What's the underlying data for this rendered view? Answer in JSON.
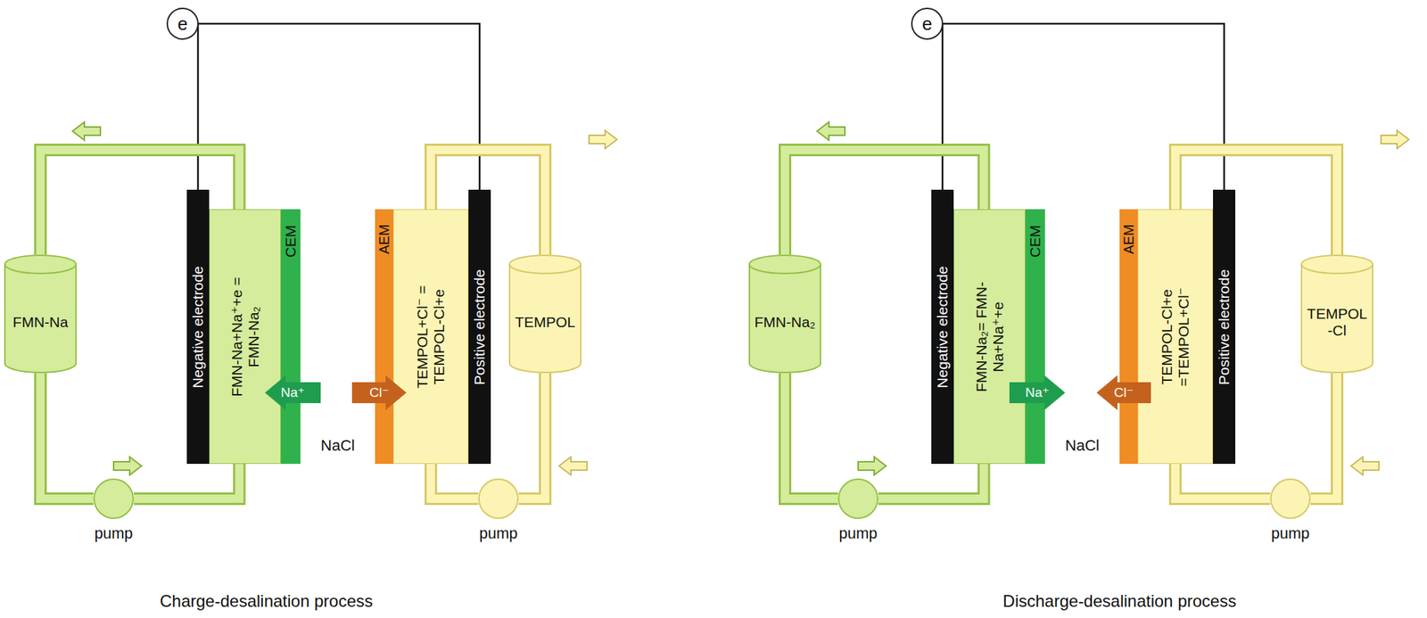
{
  "diagram": {
    "nodes": [
      {
        "text": [
          "e"
        ]
      },
      {
        "text": [
          "FMN-Na"
        ]
      },
      {
        "text": [
          "Negative electrode"
        ]
      },
      {
        "text": [
          "FMN-Na+Na⁺+e = FMN-Na₂"
        ]
      },
      {
        "text": [
          "CEM"
        ]
      },
      {
        "text": [
          "Na⁺"
        ]
      },
      {
        "text": [
          "NaCl"
        ]
      },
      {
        "text": [
          "AEM"
        ]
      },
      {
        "text": [
          "Cl⁻"
        ]
      },
      {
        "text": [
          "TEMPOL+Cl⁻ = TEMPOL-Cl+e"
        ]
      },
      {
        "text": [
          "Positive electrode"
        ]
      },
      {
        "text": [
          "TEMPOL"
        ]
      },
      {
        "text": [
          "pump"
        ]
      },
      {
        "text": [
          "pump"
        ]
      },
      {
        "text": [
          "e"
        ]
      },
      {
        "text": [
          "FMN-Na₂"
        ]
      },
      {
        "text": [
          "Negative electrode"
        ]
      },
      {
        "text": [
          "FMN-Na₂= FMN-Na+Na⁺+e"
        ]
      },
      {
        "text": [
          "CEM"
        ]
      },
      {
        "text": [
          "Na⁺"
        ]
      },
      {
        "text": [
          "NaCl"
        ]
      },
      {
        "text": [
          "AEM"
        ]
      },
      {
        "text": [
          "Cl⁻"
        ]
      },
      {
        "text": [
          "TEMPOL-Cl+e =TEMPOL+Cl⁻"
        ]
      },
      {
        "text": [
          "Positive electrode"
        ]
      },
      {
        "text": [
          "TEMPOL -Cl"
        ]
      },
      {
        "text": [
          "pump"
        ]
      },
      {
        "text": [
          "pump"
        ]
      }
    ],
    "edges": [
      {
        "from": 0,
        "to": 2,
        "arrow": "none"
      },
      {
        "from": 0,
        "to": 10,
        "arrow": "none"
      },
      {
        "from": 3,
        "to": 1,
        "arrow": "none"
      },
      {
        "from": 1,
        "to": 12,
        "arrow": "none"
      },
      {
        "from": 12,
        "to": 3,
        "arrow": "none"
      },
      {
        "from": 9,
        "to": 11,
        "arrow": "none"
      },
      {
        "from": 11,
        "to": 13,
        "arrow": "none"
      },
      {
        "from": 13,
        "to": 9,
        "arrow": "none"
      },
      {
        "from": 14,
        "to": 16,
        "arrow": "none"
      },
      {
        "from": 14,
        "to": 24,
        "arrow": "none"
      },
      {
        "from": 17,
        "to": 15,
        "arrow": "none"
      },
      {
        "from": 15,
        "to": 26,
        "arrow": "none"
      },
      {
        "from": 26,
        "to": 17,
        "arrow": "none"
      },
      {
        "from": 23,
        "to": 25,
        "arrow": "none"
      },
      {
        "from": 25,
        "to": 27,
        "arrow": "none"
      },
      {
        "from": 27,
        "to": 23,
        "arrow": "none"
      }
    ],
    "labels": [
      "Charge-desalination process",
      "Discharge-desalination process"
    ]
  }
}
